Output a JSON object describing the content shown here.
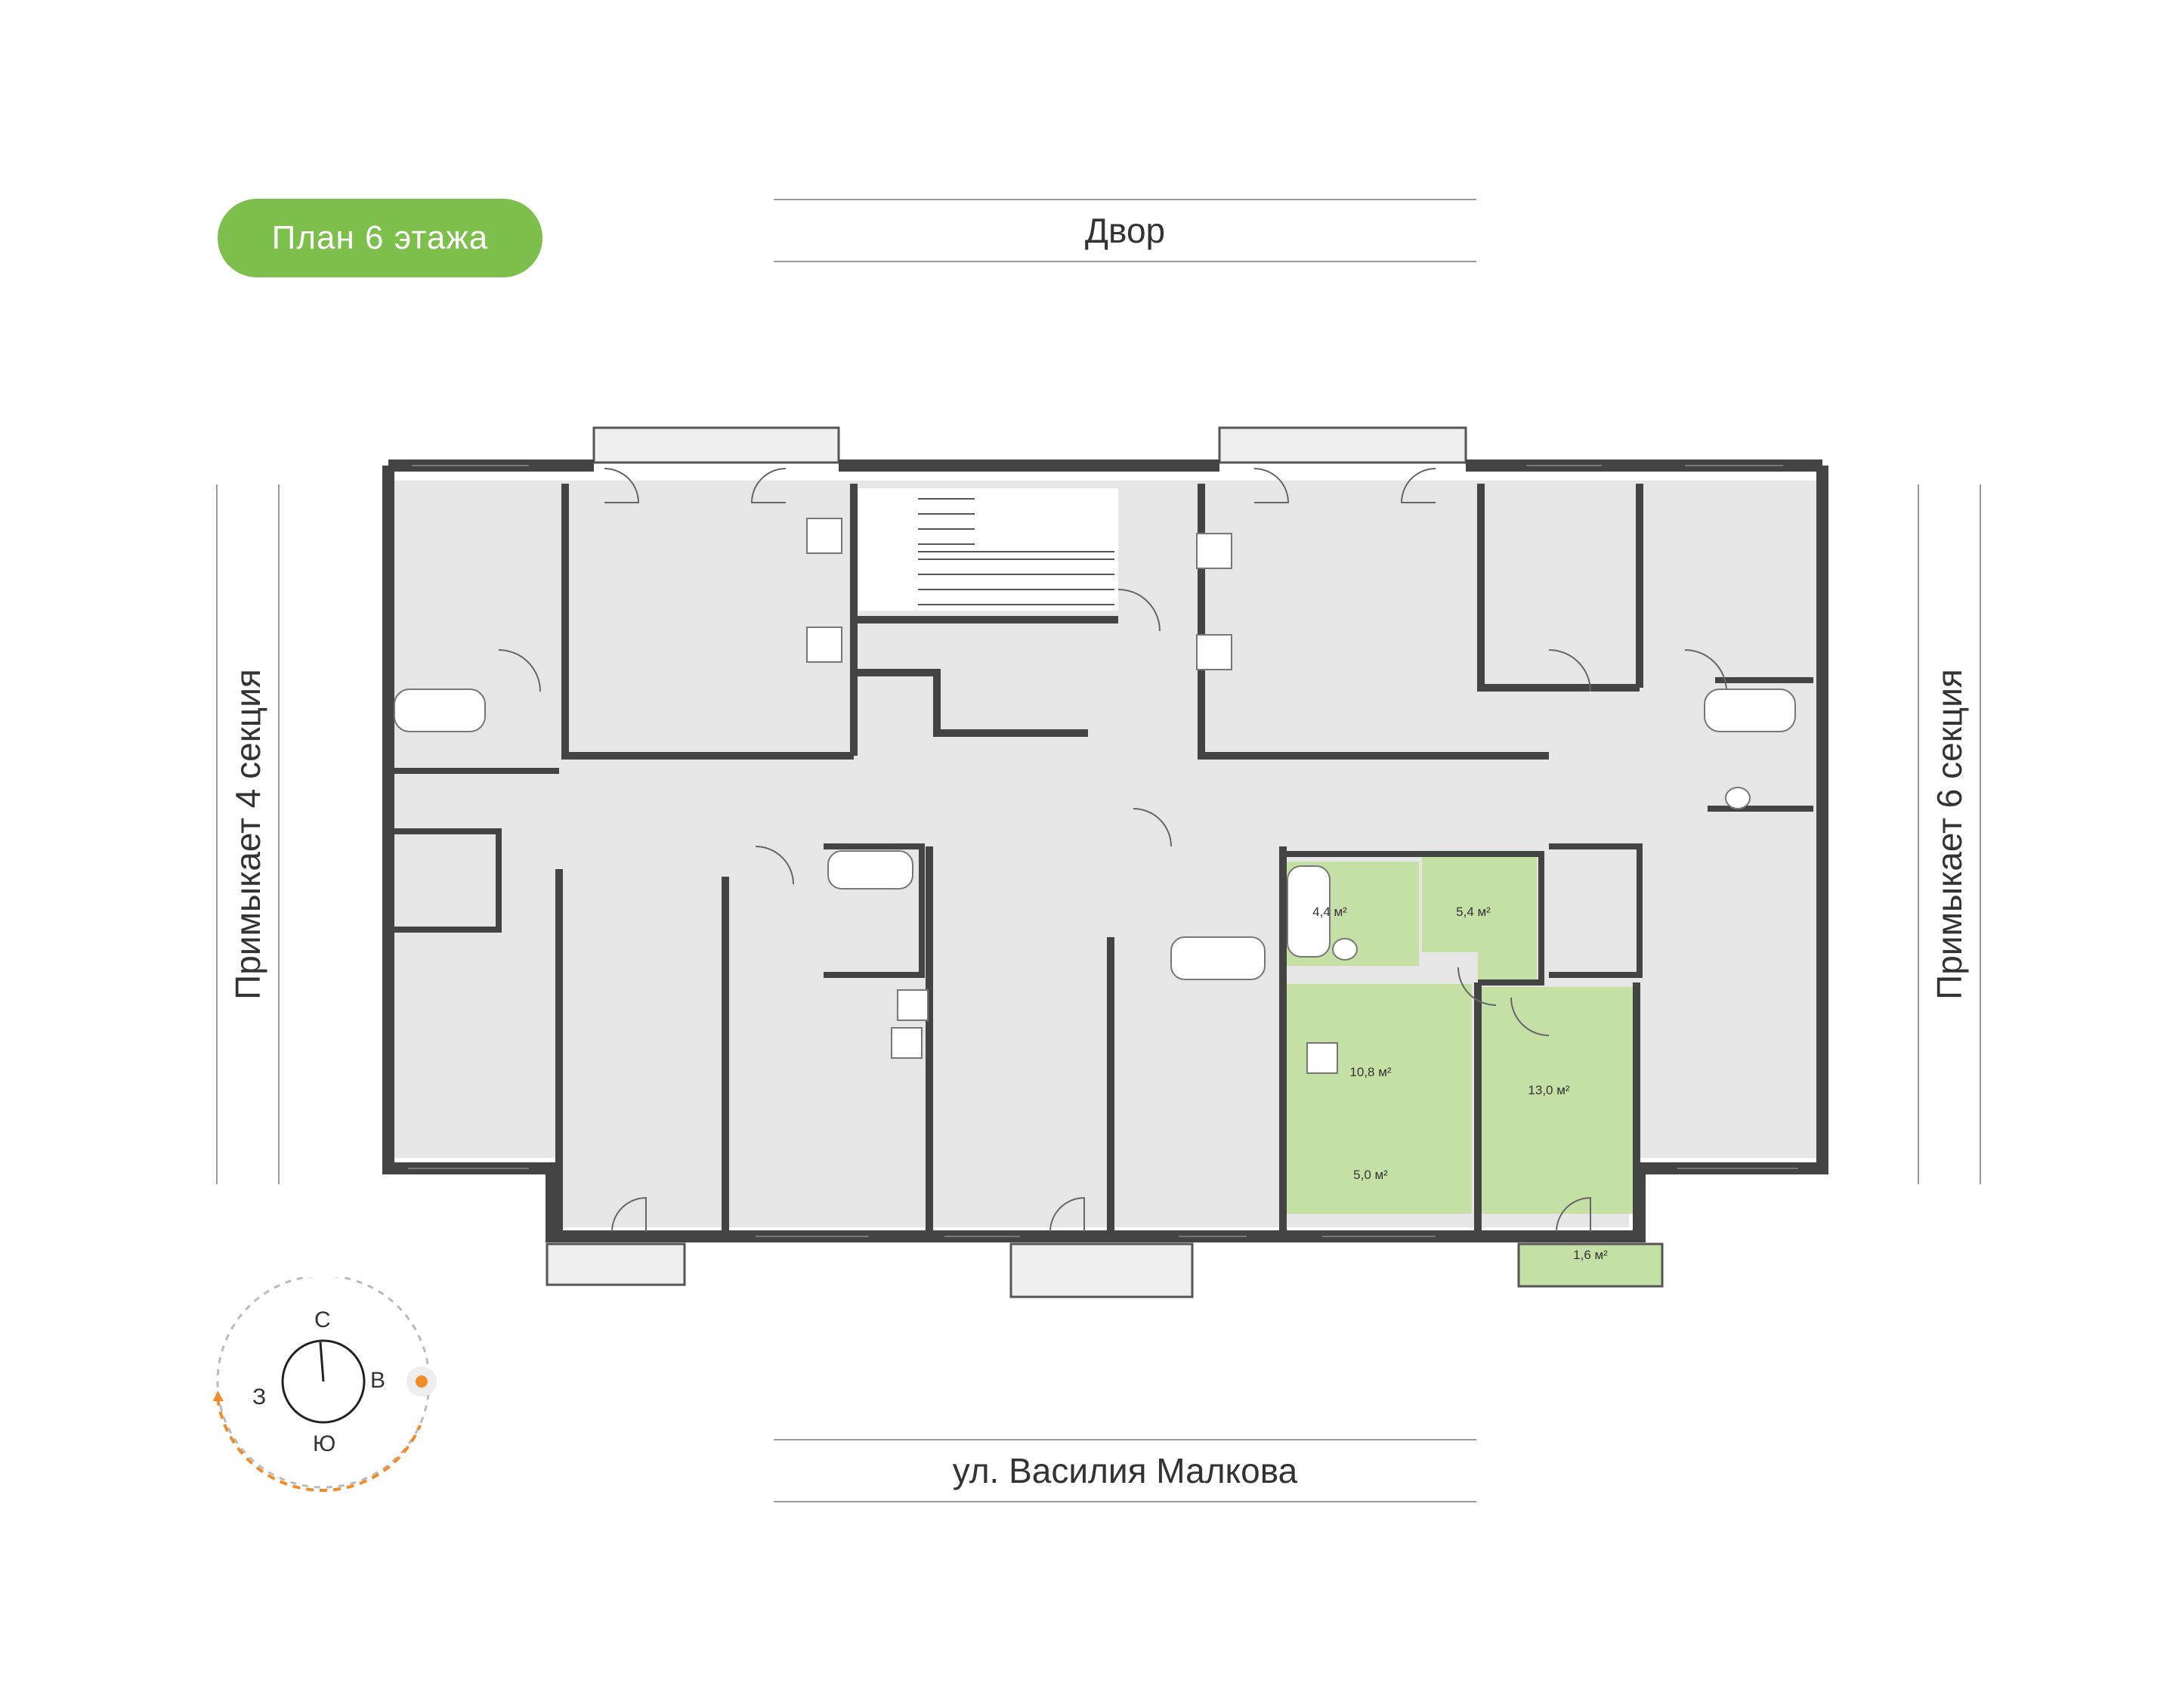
{
  "badge": {
    "label": "План 6 этажа",
    "color": "#7cc04b"
  },
  "streets": {
    "top": "Двор",
    "bottom": "ул. Василия Малкова"
  },
  "sides": {
    "left": "Примыкает 4 секция",
    "right": "Примыкает 6 секция"
  },
  "compass": {
    "north": "С",
    "east": "В",
    "south": "Ю",
    "west": "З",
    "sun_color": "#f28c28",
    "icon": "sun-icon"
  },
  "apartment": {
    "highlight_color": "#c5e0a4",
    "rooms": [
      {
        "name": "bathroom",
        "area": "4,4 м²"
      },
      {
        "name": "hall",
        "area": "5,4 м²"
      },
      {
        "name": "kitchen",
        "area": "10,8 м²"
      },
      {
        "name": "room",
        "area": "13,0 м²"
      },
      {
        "name": "loggia-inner",
        "area": "5,0 м²"
      },
      {
        "name": "balcony",
        "area": "1,6 м²"
      }
    ]
  },
  "colors": {
    "wall": "#444444",
    "floor": "#e6e6e6",
    "lines": "#9a9a9a"
  }
}
